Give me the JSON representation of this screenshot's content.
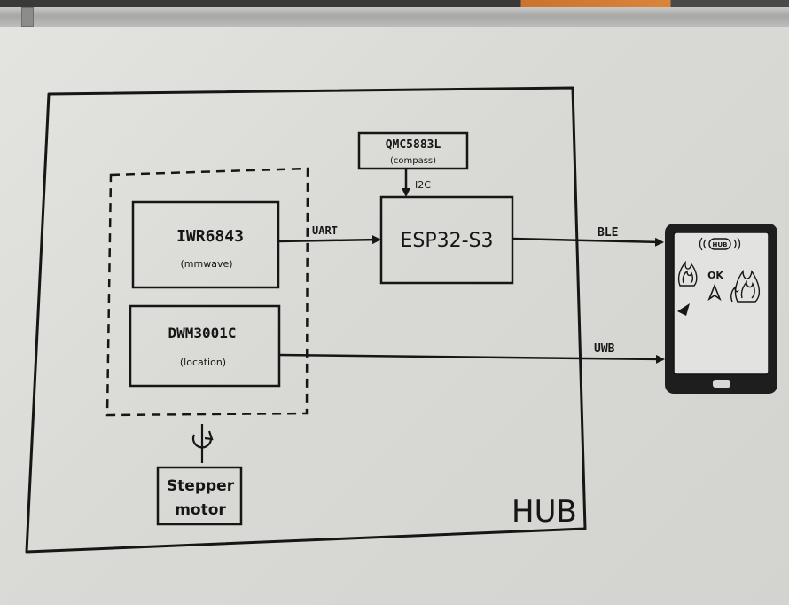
{
  "diagram": {
    "frame_label": "HUB",
    "nodes": {
      "compass": {
        "title": "QMC5883L",
        "subtitle": "(compass)"
      },
      "mcu": {
        "title": "ESP32-S3"
      },
      "radar": {
        "title": "IWR6843",
        "subtitle": "(mmwave)"
      },
      "uwb_module": {
        "title": "DWM3001C",
        "subtitle": "(location)"
      },
      "motor": {
        "line1": "Stepper",
        "line2": "motor"
      }
    },
    "edges": {
      "i2c": "I2C",
      "uart": "UART",
      "ble": "BLE",
      "uwb": "UWB"
    },
    "phone": {
      "hub_badge": "HUB",
      "center_text": "OK"
    }
  },
  "colors": {
    "ink": "#161616",
    "board": "#dcdcd8",
    "phone_body": "#1e1e1e",
    "phone_screen": "#e2e2e0"
  }
}
